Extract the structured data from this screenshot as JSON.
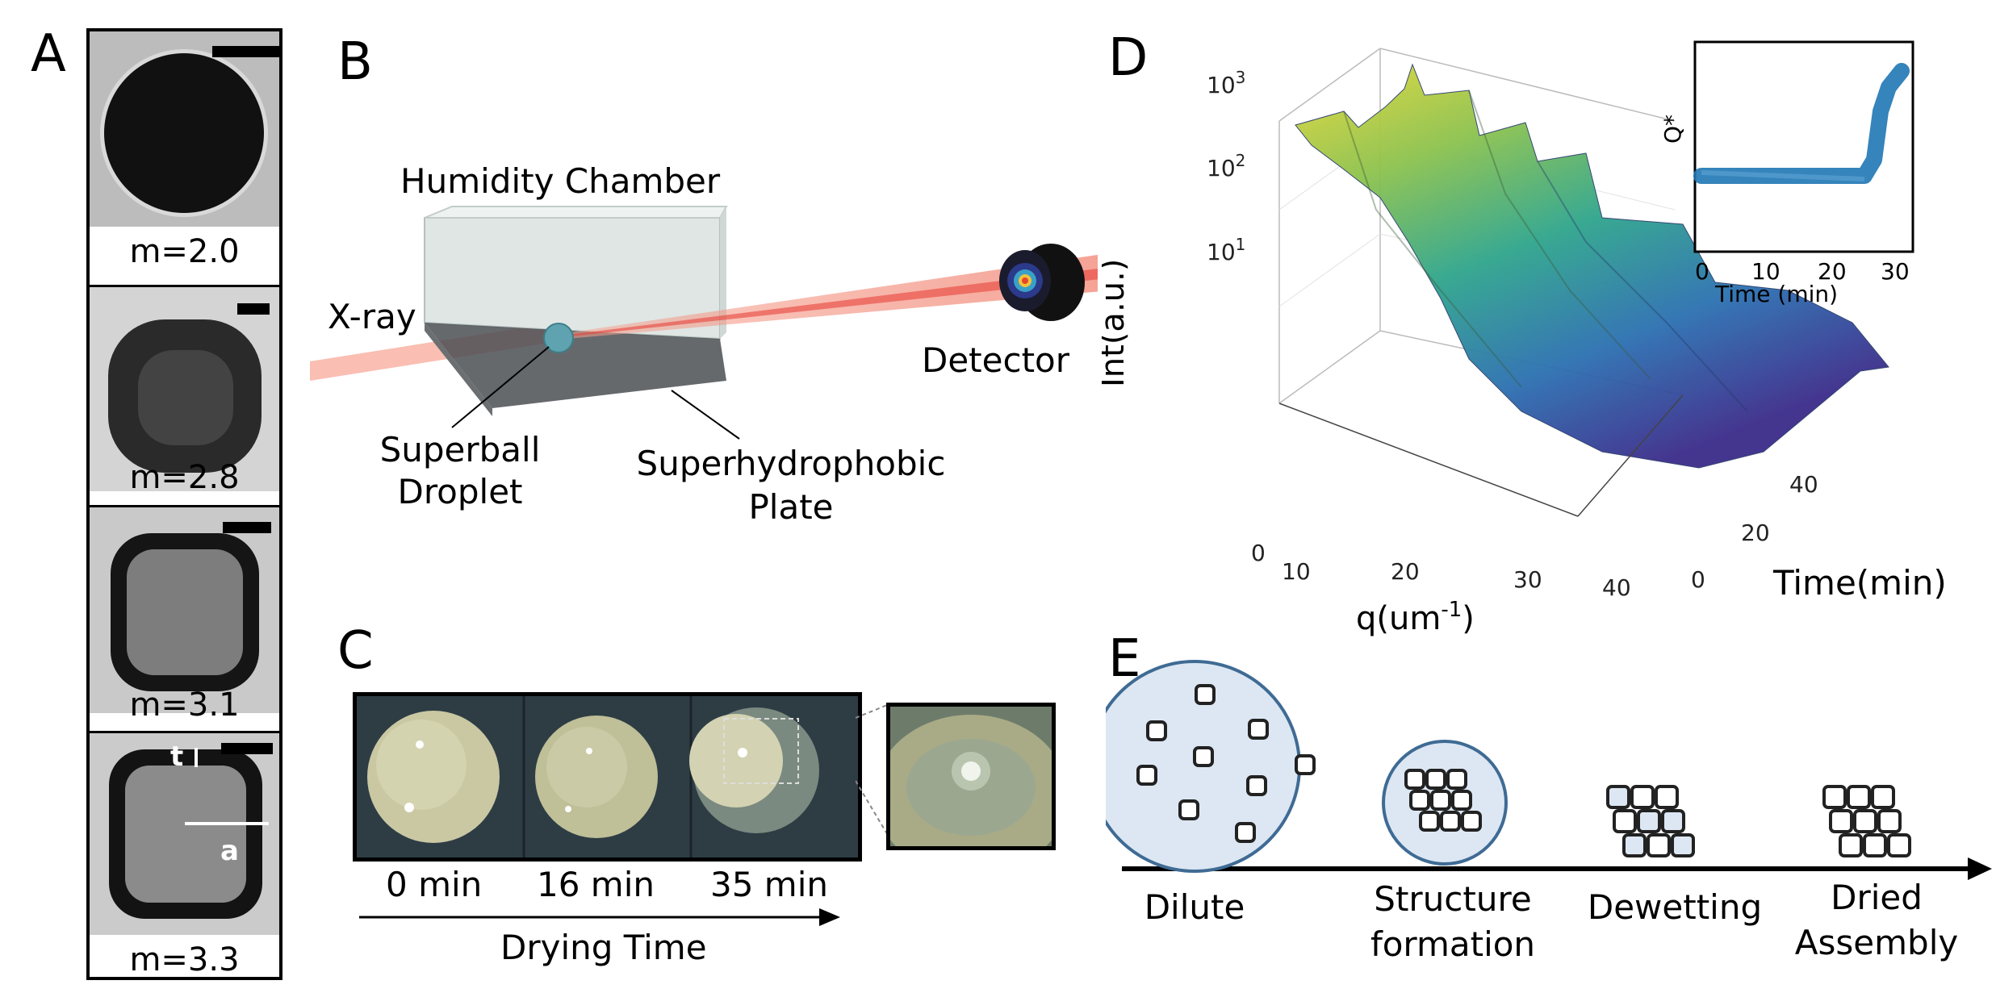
{
  "panels": {
    "a": "A",
    "b": "B",
    "c": "C",
    "d": "D",
    "e": "E"
  },
  "panelA": {
    "cells": [
      {
        "caption": "m=2.0"
      },
      {
        "caption": "m=2.8"
      },
      {
        "caption": "m=3.1"
      },
      {
        "caption": "m=3.3",
        "label_t": "t",
        "label_a": "a"
      }
    ]
  },
  "panelB": {
    "chamber": "Humidity Chamber",
    "xray": "X-ray",
    "detector": "Detector",
    "droplet_line1": "Superball",
    "droplet_line2": "Droplet",
    "plate_line1": "Superhydrophobic",
    "plate_line2": "Plate"
  },
  "panelC": {
    "times": [
      "0 min",
      "16 min",
      "35 min"
    ],
    "axis": "Drying Time"
  },
  "panelD": {
    "ylabel": "Int(a.u.)",
    "xlabel": "q(um",
    "xlabel_sup": "-1",
    "xlabel_end": ")",
    "tlabel": "Time(min)",
    "yticks": [
      {
        "base": "10",
        "exp": "3"
      },
      {
        "base": "10",
        "exp": "2"
      },
      {
        "base": "10",
        "exp": "1"
      }
    ],
    "xticks": [
      "0",
      "10",
      "20",
      "30",
      "40"
    ],
    "tticks": [
      "0",
      "20",
      "40"
    ],
    "inset": {
      "ylabel": "Q*",
      "xlabel": "Time (min)",
      "xticks": [
        "0",
        "10",
        "20",
        "30"
      ],
      "color": "#1f77b4"
    }
  },
  "panelE": {
    "stages": [
      {
        "line1": "Dilute",
        "line2": ""
      },
      {
        "line1": "Structure",
        "line2": "formation"
      },
      {
        "line1": "Dewetting",
        "line2": ""
      },
      {
        "line1": "Dried",
        "line2": "Assembly"
      }
    ],
    "circle_fill": "#dce7f3",
    "circle_stroke": "#3f6b94"
  }
}
